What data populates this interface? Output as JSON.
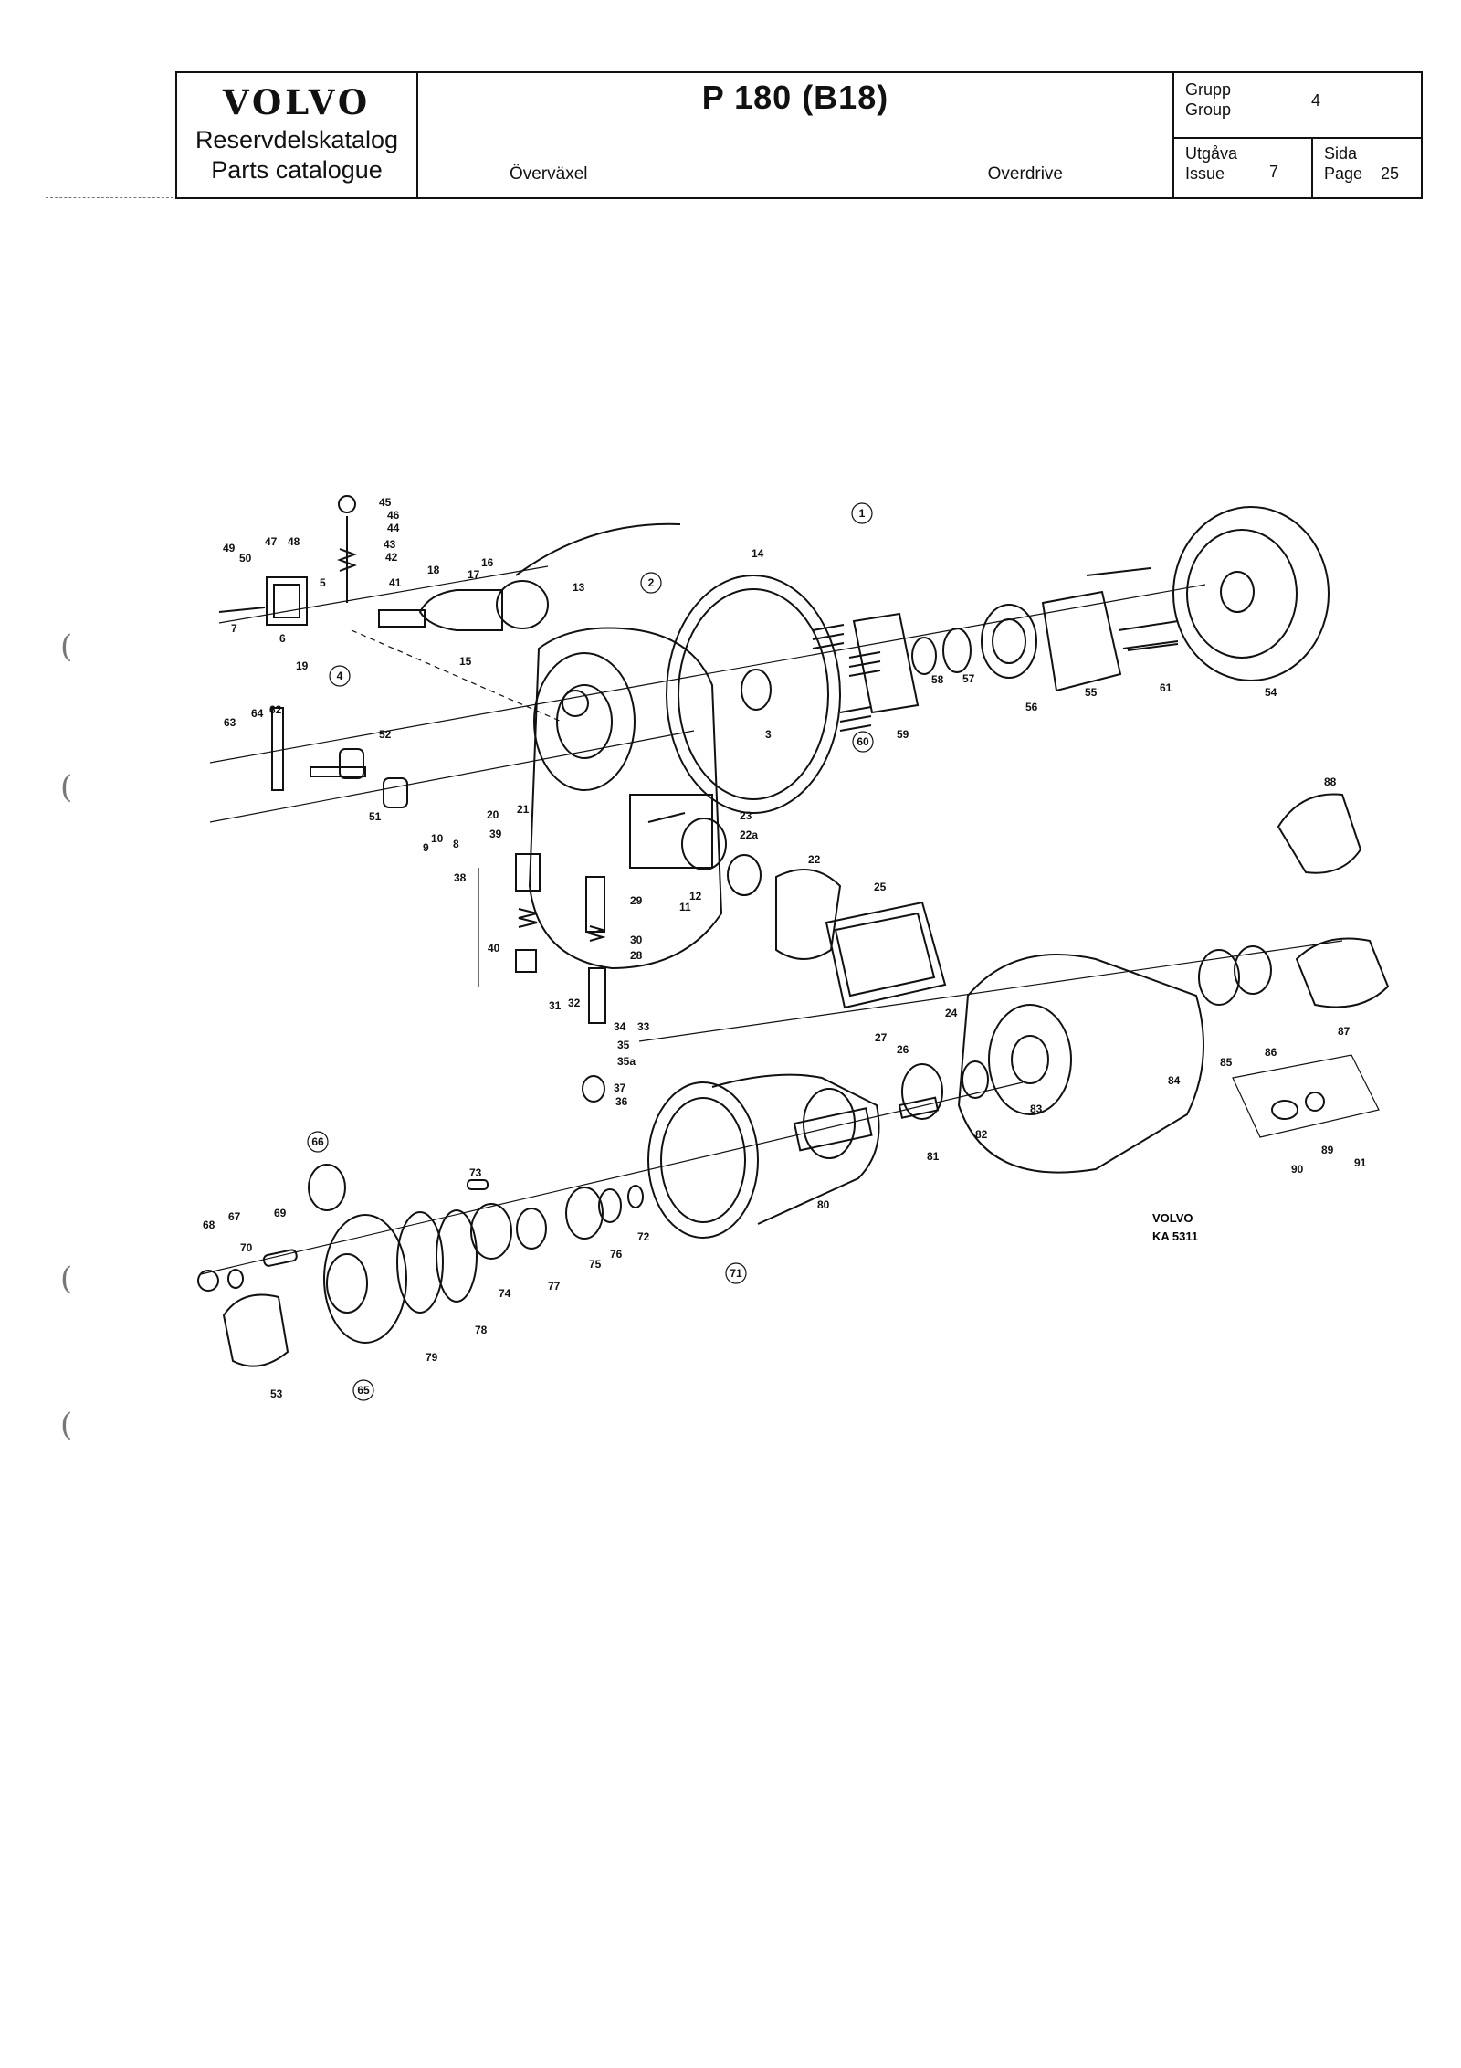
{
  "header": {
    "brand": "VOLVO",
    "catalog_sv": "Reservdelskatalog",
    "catalog_en": "Parts catalogue",
    "model": "P 180 (B18)",
    "subject_sv": "Överväxel",
    "subject_en": "Overdrive",
    "group_label_sv": "Grupp",
    "group_label_en": "Group",
    "group_value": "4",
    "issue_label_sv": "Utgåva",
    "issue_label_en": "Issue",
    "issue_value": "7",
    "page_label_sv": "Sida",
    "page_label_en": "Page",
    "page_value": "25"
  },
  "diagram": {
    "ref": "VOLVO",
    "ref_code": "KA 5311",
    "circled": [
      "1",
      "2",
      "4",
      "60",
      "66",
      "65",
      "71"
    ],
    "callouts": [
      "3",
      "5",
      "6",
      "7",
      "8",
      "9",
      "10",
      "11",
      "12",
      "13",
      "14",
      "15",
      "16",
      "17",
      "18",
      "19",
      "20",
      "21",
      "22",
      "22a",
      "23",
      "24",
      "25",
      "26",
      "27",
      "28",
      "29",
      "30",
      "31",
      "32",
      "33",
      "34",
      "35",
      "35a",
      "36",
      "37",
      "38",
      "39",
      "40",
      "41",
      "42",
      "43",
      "44",
      "45",
      "46",
      "47",
      "48",
      "49",
      "50",
      "51",
      "52",
      "53",
      "54",
      "55",
      "56",
      "57",
      "58",
      "59",
      "61",
      "62",
      "63",
      "64",
      "67",
      "68",
      "69",
      "70",
      "72",
      "73",
      "74",
      "75",
      "76",
      "77",
      "78",
      "79",
      "80",
      "81",
      "82",
      "83",
      "84",
      "85",
      "86",
      "87",
      "88",
      "89",
      "90",
      "91"
    ]
  }
}
